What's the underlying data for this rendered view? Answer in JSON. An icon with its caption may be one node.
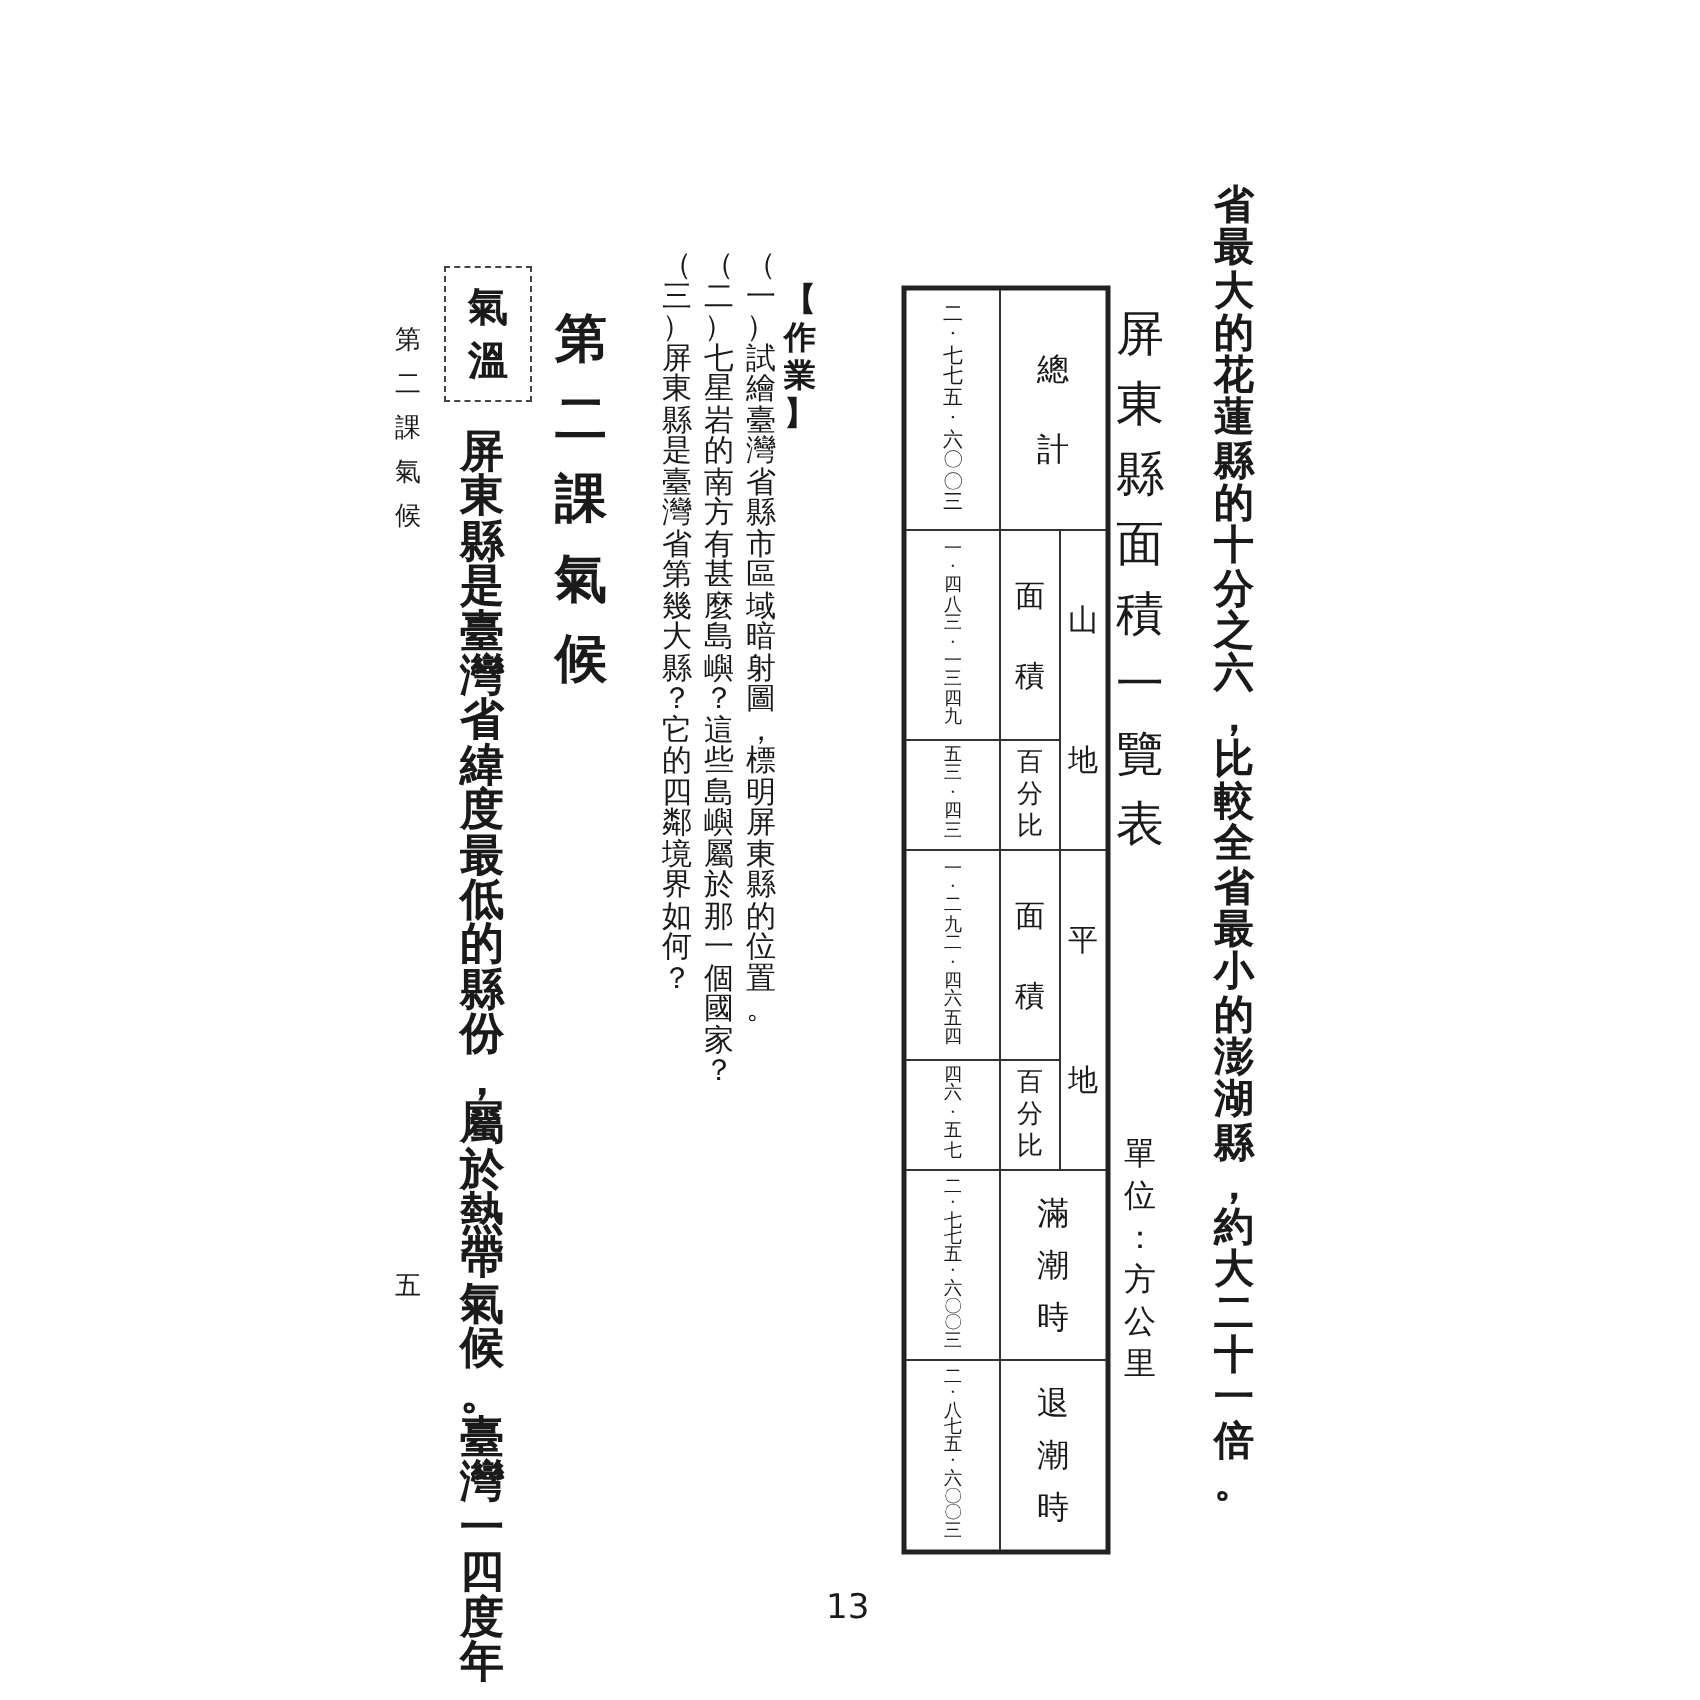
{
  "diagram": {
    "nodes": [
      {
        "text": [
          "氣溫"
        ]
      }
    ],
    "labels": [
      "省最大的花蓮縣的十分之六，比較全省最小的澎湖縣，約大二十一倍。",
      "屏東縣面積一覽表",
      "單位：方公里",
      "總計",
      "山地",
      "平地",
      "滿潮時",
      "退潮時",
      "面積",
      "百分比",
      "面積",
      "百分比",
      "二·七七五·六〇〇三",
      "一·四八三·一三四九",
      "五三·四三",
      "一·二九二·四六五四",
      "四六·五七",
      "二·七七五·六〇〇三",
      "二·八七五·六〇〇三",
      "【作業】",
      "（一）試繪臺灣省縣市區域暗射圖，標明屏東縣的位置。",
      "（二）七星岩的南方有甚麼島嶼？這些島嶼屬於那一個國家？",
      "（三）屏東縣是臺灣省第幾大縣？它的四鄰境界如何？",
      "第二課氣候",
      "屏東縣是臺灣省緯度最低的縣份，屬於熱帶氣候。臺灣一四度年",
      "第二課氣候",
      "五",
      "13"
    ]
  }
}
